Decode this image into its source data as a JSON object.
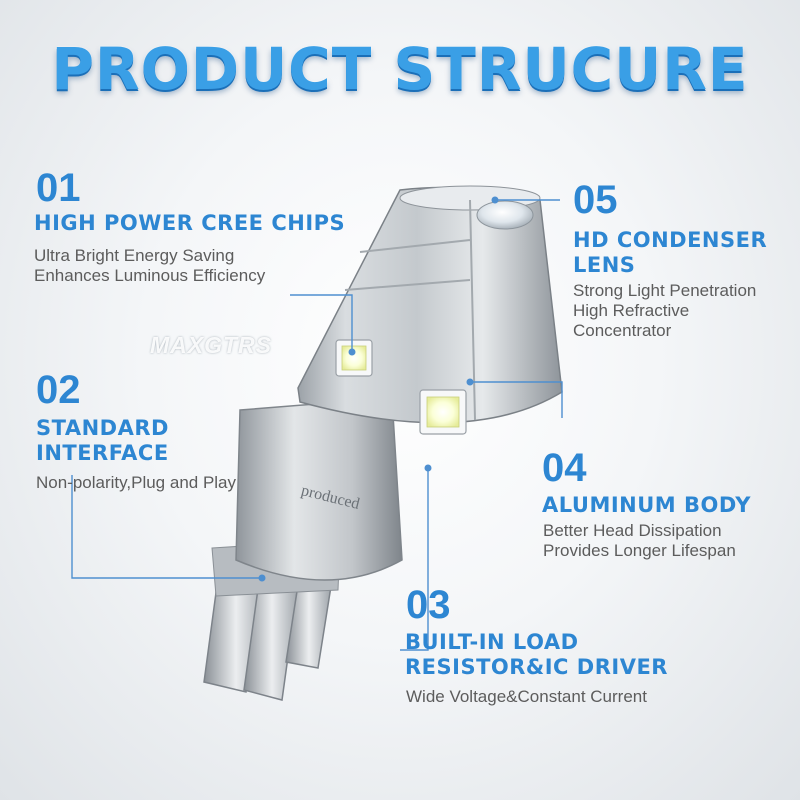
{
  "title": "PRODUCT STRUCURE",
  "watermark": "MAXGTRS",
  "bulb_engraving": "produced",
  "colors": {
    "accent": "#2d86d2",
    "text": "#5c5c5c",
    "leader": "#4e8fd0"
  },
  "features": [
    {
      "num": "01",
      "heading": [
        "HIGH POWER CREE CHIPS"
      ],
      "desc": [
        "Ultra Bright Energy Saving",
        "Enhances Luminous Efficiency"
      ]
    },
    {
      "num": "02",
      "heading": [
        "STANDARD",
        "INTERFACE"
      ],
      "desc": [
        "Non-polarity,Plug and Play"
      ]
    },
    {
      "num": "03",
      "heading": [
        "BUILT-IN LOAD",
        "RESISTOR&IC DRIVER"
      ],
      "desc": [
        "Wide Voltage&Constant Current"
      ]
    },
    {
      "num": "04",
      "heading": [
        "ALUMINUM BODY"
      ],
      "desc": [
        "Better Head Dissipation",
        "Provides Longer Lifespan"
      ]
    },
    {
      "num": "05",
      "heading": [
        "HD CONDENSER",
        "LENS"
      ],
      "desc": [
        "Strong Light Penetration",
        "High Refractive",
        "Concentrator"
      ]
    }
  ]
}
